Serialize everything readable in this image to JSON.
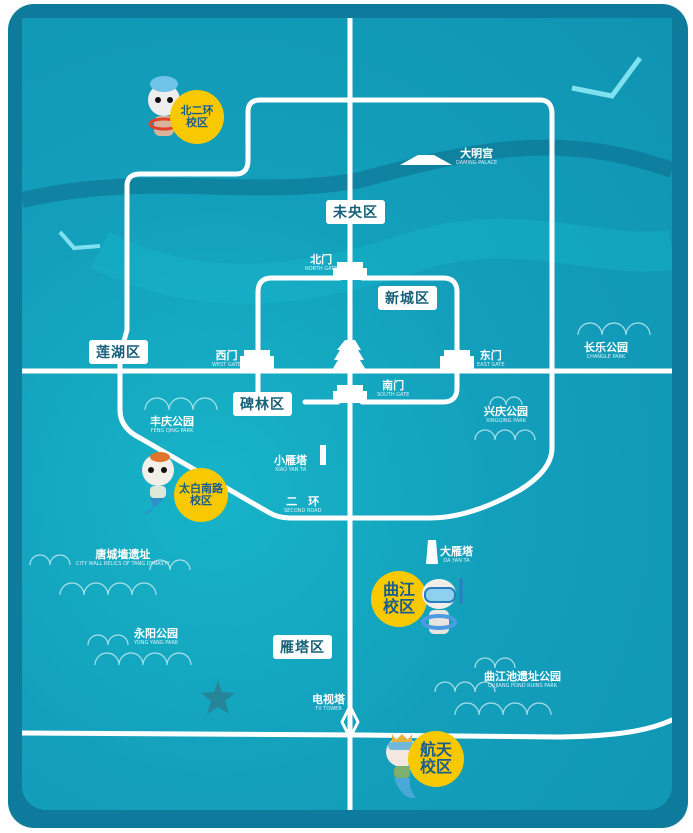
{
  "districts": {
    "weiyang": "未央区",
    "xincheng": "新城区",
    "lianhu": "莲湖区",
    "beilin": "碑林区",
    "yanta": "雁塔区"
  },
  "gates": {
    "north": {
      "cn": "北门",
      "en": "NORTH GATE"
    },
    "south": {
      "cn": "南门",
      "en": "SOUTH GATE"
    },
    "west": {
      "cn": "西门",
      "en": "WEST GATE"
    },
    "east": {
      "cn": "东门",
      "en": "EAST GATE"
    }
  },
  "landmarks": {
    "daming": {
      "cn": "大明宫",
      "en": "DAMING PALACE"
    },
    "changle": {
      "cn": "长乐公园",
      "en": "CHANGLE PARK"
    },
    "xingqing": {
      "cn": "兴庆公园",
      "en": "XINGQING PARK"
    },
    "fengqing": {
      "cn": "丰庆公园",
      "en": "FENG QING PARK"
    },
    "xiaoyan": {
      "cn": "小雁塔",
      "en": "XIAO YAN TA"
    },
    "second_ring": {
      "cn": "二　环",
      "en": "SECOND ROAD"
    },
    "tang_wall": {
      "cn": "唐城墙遗址",
      "en": "CITY WALL RELICS OF TANG DYNASTY"
    },
    "dayan": {
      "cn": "大雁塔",
      "en": "DA YAN TA"
    },
    "yongyang": {
      "cn": "永阳公园",
      "en": "YONG YANG PARK"
    },
    "qujiang_pond": {
      "cn": "曲江池遗址公园",
      "en": "QUJIANG POND RUINS PARK"
    },
    "tv_tower": {
      "cn": "电视塔",
      "en": "TV TOWER"
    }
  },
  "campuses": {
    "north_second_ring": [
      "北二环",
      "校区"
    ],
    "taibai_south": [
      "太白南路",
      "校区"
    ],
    "qujiang": [
      "曲江",
      "校区"
    ],
    "hangtian": [
      "航天",
      "校区"
    ]
  },
  "colors": {
    "frame": "#0f7b9c",
    "sea": "#139fbb",
    "campus_badge": "#f8c800",
    "label_text": "#17607a"
  }
}
